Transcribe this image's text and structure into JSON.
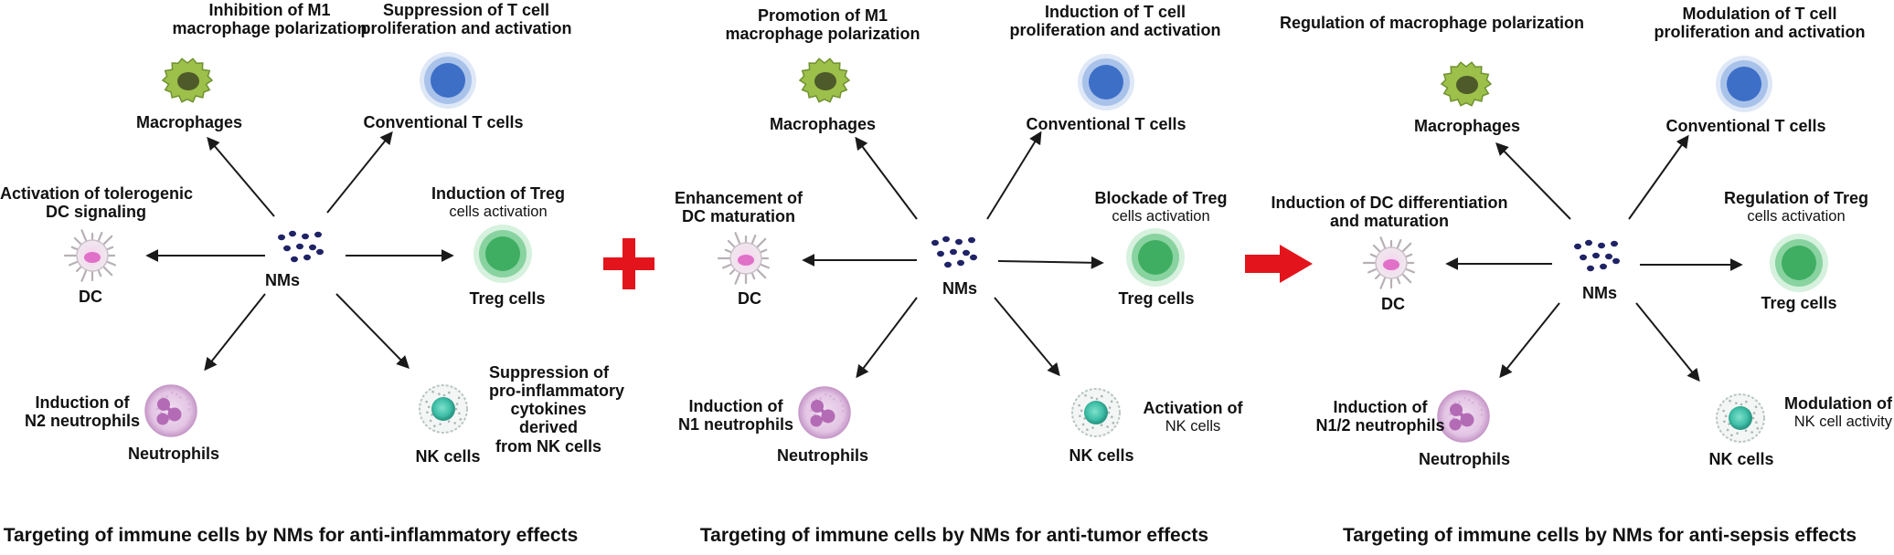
{
  "panels": [
    {
      "id": "anti-inflammatory",
      "macrophage_effect": [
        "Inhibition of M1",
        "macrophage polarization"
      ],
      "macrophage_label": "Macrophages",
      "tcell_effect": [
        "Suppression of T cell",
        "proliferation and activation"
      ],
      "tcell_label": "Conventional T cells",
      "dc_effect": [
        "Activation of tolerogenic",
        "DC signaling"
      ],
      "dc_label": "DC",
      "nms_label": "NMs",
      "treg_effect_bold": "Induction of Treg",
      "treg_effect_normal": "cells activation",
      "treg_label": "Treg cells",
      "neutrophil_effect": [
        "Induction of",
        "N2 neutrophils"
      ],
      "neutrophil_label": "Neutrophils",
      "nk_label": "NK cells",
      "nk_effect_bold": [
        "Suppression of",
        "pro-inflammatory",
        "cytokines",
        "derived",
        "from NK cells"
      ],
      "nk_effect_normal": "",
      "caption": "Targeting of immune cells by NMs for anti-inflammatory effects"
    },
    {
      "id": "anti-tumor",
      "macrophage_effect": [
        "Promotion of M1",
        "macrophage polarization"
      ],
      "macrophage_label": "Macrophages",
      "tcell_effect": [
        "Induction of T cell",
        "proliferation and activation"
      ],
      "tcell_label": "Conventional T cells",
      "dc_effect": [
        "Enhancement of",
        "DC maturation"
      ],
      "dc_label": "DC",
      "nms_label": "NMs",
      "treg_effect_bold": "Blockade of Treg",
      "treg_effect_normal": "cells activation",
      "treg_label": "Treg cells",
      "neutrophil_effect": [
        "Induction of",
        "N1 neutrophils"
      ],
      "neutrophil_label": "Neutrophils",
      "nk_label": "NK cells",
      "nk_effect_bold": [
        "Activation of"
      ],
      "nk_effect_normal": "NK cells",
      "caption": "Targeting of immune cells by NMs for anti-tumor effects"
    },
    {
      "id": "anti-sepsis",
      "macrophage_effect": [
        "Regulation of macrophage polarization"
      ],
      "macrophage_label": "Macrophages",
      "tcell_effect": [
        "Modulation of T cell",
        "proliferation and activation"
      ],
      "tcell_label": "Conventional T cells",
      "dc_effect": [
        "Induction of DC differentiation",
        "and maturation"
      ],
      "dc_label": "DC",
      "nms_label": "NMs",
      "treg_effect_bold": "Regulation of Treg",
      "treg_effect_normal": "cells activation",
      "treg_label": "Treg cells",
      "neutrophil_effect": [
        "Induction of",
        "N1/2 neutrophils"
      ],
      "neutrophil_label": "Neutrophils",
      "nk_label": "NK cells",
      "nk_effect_bold": [
        "Modulation of"
      ],
      "nk_effect_normal": "NK cell activity",
      "caption": "Targeting of immune cells by NMs for anti-sepsis effects"
    }
  ],
  "colors": {
    "arrow": "#1a1a1a",
    "plus": "#e3141b",
    "connector_arrow": "#e3141b",
    "nanoparticle": "#1f2366",
    "macrophage": "#9cc04a",
    "tcell": "#3d6fc7",
    "treg": "#3fae62",
    "neutrophil": "#b36bb5",
    "nk": "#3fbfa8",
    "dc": "#e070c8"
  },
  "icons": [
    "plus-icon",
    "right-arrow-icon"
  ]
}
